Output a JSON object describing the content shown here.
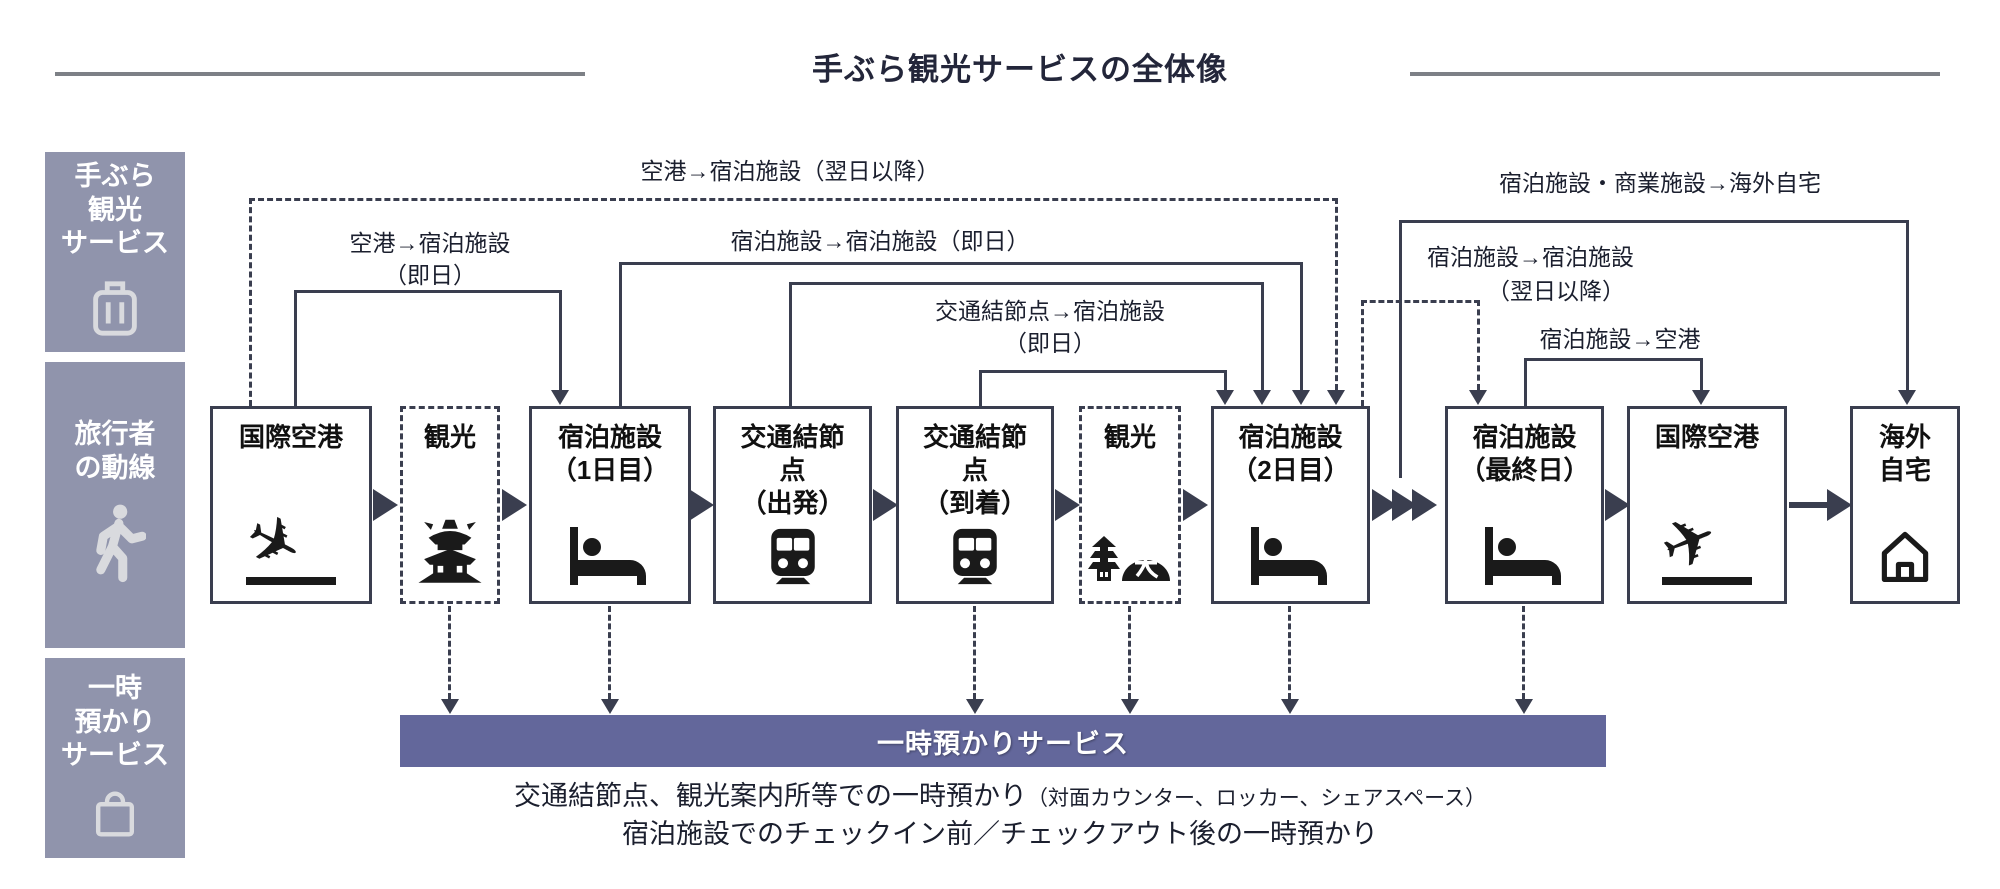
{
  "title": "手ぶら観光サービスの全体像",
  "sidebar": {
    "lanes": [
      {
        "name": "hands-free-sightseeing-service",
        "icon": "suitcase-icon",
        "lines": [
          "手ぶら",
          "観光",
          "サービス"
        ]
      },
      {
        "name": "traveler-flow",
        "icon": "walking-person-icon",
        "lines": [
          "旅行者",
          "の動線"
        ]
      },
      {
        "name": "temporary-storage-service",
        "icon": "shopping-bag-icon",
        "lines": [
          "一時",
          "預かり",
          "サービス"
        ]
      }
    ]
  },
  "nodes": [
    {
      "name": "international-airport-arrival",
      "icon": "plane-landing-icon",
      "style": "solid",
      "lines": [
        "国際空港"
      ]
    },
    {
      "name": "sightseeing-1",
      "icon": "castle-icon",
      "style": "dashed",
      "lines": [
        "観光"
      ]
    },
    {
      "name": "lodging-day1",
      "icon": "bed-icon",
      "style": "solid",
      "lines": [
        "宿泊施設",
        "（1日目）"
      ]
    },
    {
      "name": "transport-node-departure",
      "icon": "train-icon",
      "style": "solid",
      "lines": [
        "交通結節",
        "点",
        "（出発）"
      ]
    },
    {
      "name": "transport-node-arrival",
      "icon": "train-icon",
      "style": "solid",
      "lines": [
        "交通結節",
        "点",
        "（到着）"
      ]
    },
    {
      "name": "sightseeing-2",
      "icon": "temple-mountain-icon",
      "style": "dashed",
      "lines": [
        "観光"
      ]
    },
    {
      "name": "lodging-day2",
      "icon": "bed-icon",
      "style": "solid",
      "lines": [
        "宿泊施設",
        "（2日目）"
      ]
    },
    {
      "name": "lodging-final-day",
      "icon": "bed-icon",
      "style": "solid",
      "lines": [
        "宿泊施設",
        "（最終日）"
      ]
    },
    {
      "name": "international-airport-departure",
      "icon": "plane-takeoff-icon",
      "style": "solid",
      "lines": [
        "国際空港"
      ]
    },
    {
      "name": "overseas-home",
      "icon": "home-icon",
      "style": "solid",
      "lines": [
        "海外",
        "自宅"
      ]
    }
  ],
  "routes": [
    {
      "name": "airport-to-hotel-same-day",
      "style": "solid",
      "lines": [
        "空港→宿泊施設",
        "（即日）"
      ]
    },
    {
      "name": "airport-to-hotel-next-day",
      "style": "dashed",
      "lines": [
        "空港→宿泊施設（翌日以降）"
      ]
    },
    {
      "name": "hotel-to-hotel-same-day",
      "style": "solid",
      "lines": [
        "宿泊施設→宿泊施設（即日）"
      ]
    },
    {
      "name": "transport-node-to-hotel-same-day",
      "style": "solid",
      "lines": [
        "交通結節点→宿泊施設",
        "（即日）"
      ]
    },
    {
      "name": "hotel-to-hotel-next-day",
      "style": "dashed",
      "lines": [
        "宿泊施設→宿泊施設",
        "（翌日以降）"
      ]
    },
    {
      "name": "hotel-to-airport",
      "style": "solid",
      "lines": [
        "宿泊施設→空港"
      ]
    },
    {
      "name": "hotel-commercial-to-overseas-home",
      "style": "solid",
      "lines": [
        "宿泊施設・商業施設→海外自宅"
      ]
    }
  ],
  "band": {
    "label": "一時預かりサービス"
  },
  "notes": {
    "line1_main": "交通結節点、観光案内所等での一時預かり",
    "line1_paren": "（対面カウンター、ロッカー、シェアスペース）",
    "line2": "宿泊施設でのチェックイン前／チェックアウト後の一時預かり"
  },
  "colors": {
    "line": "#3A3E4F",
    "lane_bg": "#9094AC",
    "lane_text": "#FFFFFF",
    "lane_icon": "#D9DADE",
    "band_bg": "#63679B",
    "band_text": "#FFFFFF",
    "box_border": "#3A3E4F",
    "title_text": "#23263A",
    "label_text": "#1B1F2E",
    "rule": "#7D8086",
    "icon": "#1A1A1A"
  }
}
